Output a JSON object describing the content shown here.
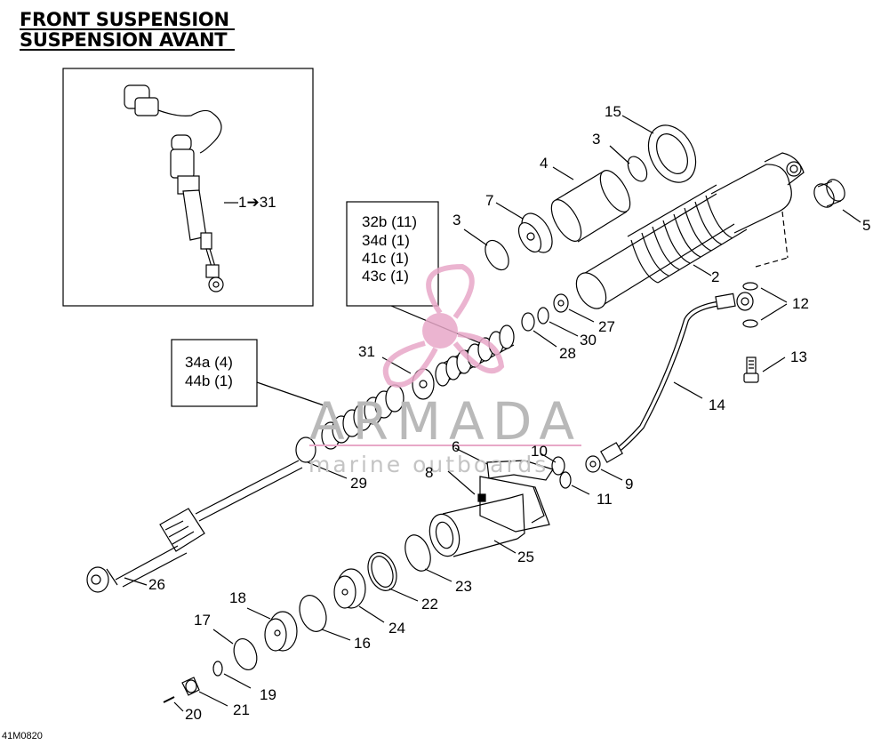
{
  "titles": {
    "line1": "FRONT SUSPENSION",
    "line2": "SUSPENSION AVANT"
  },
  "inset": {
    "label": "1➔31"
  },
  "box_a": {
    "lines": [
      "32b (11)",
      "34d (1)",
      "41c (1)",
      "43c (1)"
    ]
  },
  "box_b": {
    "lines": [
      "34a (4)",
      "44b (1)"
    ]
  },
  "labels": [
    "15",
    "3",
    "4",
    "7",
    "3",
    "5",
    "2",
    "12",
    "27",
    "30",
    "28",
    "31",
    "13",
    "14",
    "10",
    "6",
    "9",
    "11",
    "8",
    "29",
    "25",
    "23",
    "22",
    "26",
    "18",
    "24",
    "16",
    "17",
    "19",
    "21",
    "20"
  ],
  "watermark": {
    "brand": "ARMADA",
    "tagline": "marine outboards"
  },
  "drawing_code": "41M0820",
  "colors": {
    "ink": "#000000",
    "watermark_pink": "#e8a8c8",
    "watermark_text": "#b9b9b9"
  }
}
